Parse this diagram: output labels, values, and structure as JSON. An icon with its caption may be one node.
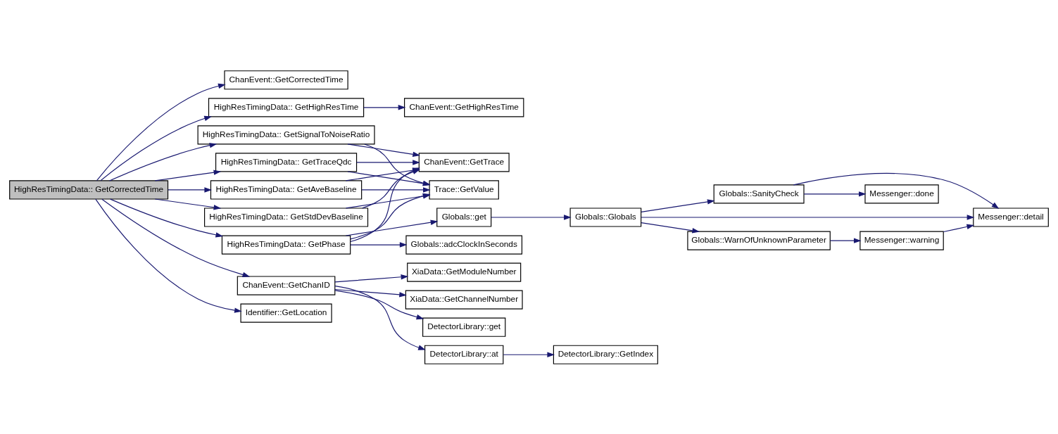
{
  "diagram": {
    "nodes": [
      {
        "text": [
          "HighResTimingData:: GetCorrectedTime"
        ]
      },
      {
        "text": [
          "ChanEvent::GetCorrectedTime"
        ]
      },
      {
        "text": [
          "HighResTimingData:: GetHighResTime"
        ]
      },
      {
        "text": [
          "ChanEvent::GetHighResTime"
        ]
      },
      {
        "text": [
          "HighResTimingData:: GetTraceQdc"
        ]
      },
      {
        "text": [
          "HighResTimingData:: GetAveBaseline"
        ]
      },
      {
        "text": [
          "HighResTimingData:: GetStdDevBaseline"
        ]
      },
      {
        "text": [
          "HighResTimingData:: GetSignalToNoiseRatio"
        ]
      },
      {
        "text": [
          "HighResTimingData:: GetPhase"
        ]
      },
      {
        "text": [
          "ChanEvent::GetChanID"
        ]
      },
      {
        "text": [
          "Identifier::GetLocation"
        ]
      },
      {
        "text": [
          "Trace::GetValue"
        ]
      },
      {
        "text": [
          "ChanEvent::GetTrace"
        ]
      },
      {
        "text": [
          "Globals::adcClockInSeconds"
        ]
      },
      {
        "text": [
          "Globals::get"
        ]
      },
      {
        "text": [
          "Globals::Globals"
        ]
      },
      {
        "text": [
          "Globals::SanityCheck"
        ]
      },
      {
        "text": [
          "Globals::WarnOfUnknownParameter"
        ]
      },
      {
        "text": [
          "Messenger::done"
        ]
      },
      {
        "text": [
          "Messenger::warning"
        ]
      },
      {
        "text": [
          "Messenger::detail"
        ]
      },
      {
        "text": [
          "DetectorLibrary::at"
        ]
      },
      {
        "text": [
          "DetectorLibrary::GetIndex"
        ]
      },
      {
        "text": [
          "XiaData::GetModuleNumber"
        ]
      },
      {
        "text": [
          "XiaData::GetChannelNumber"
        ]
      },
      {
        "text": [
          "DetectorLibrary::get"
        ]
      }
    ],
    "edges": [
      {
        "from": 0,
        "to": 1,
        "arrow": "to"
      },
      {
        "from": 0,
        "to": 2,
        "arrow": "to"
      },
      {
        "from": 0,
        "to": 4,
        "arrow": "to"
      },
      {
        "from": 0,
        "to": 5,
        "arrow": "to"
      },
      {
        "from": 0,
        "to": 6,
        "arrow": "to"
      },
      {
        "from": 0,
        "to": 7,
        "arrow": "to"
      },
      {
        "from": 0,
        "to": 8,
        "arrow": "to"
      },
      {
        "from": 0,
        "to": 9,
        "arrow": "to"
      },
      {
        "from": 0,
        "to": 10,
        "arrow": "to"
      },
      {
        "from": 2,
        "to": 3,
        "arrow": "to"
      },
      {
        "from": 4,
        "to": 11,
        "arrow": "to"
      },
      {
        "from": 4,
        "to": 12,
        "arrow": "to"
      },
      {
        "from": 5,
        "to": 11,
        "arrow": "to"
      },
      {
        "from": 5,
        "to": 12,
        "arrow": "to"
      },
      {
        "from": 6,
        "to": 11,
        "arrow": "to"
      },
      {
        "from": 6,
        "to": 12,
        "arrow": "to"
      },
      {
        "from": 7,
        "to": 11,
        "arrow": "to"
      },
      {
        "from": 7,
        "to": 12,
        "arrow": "to"
      },
      {
        "from": 8,
        "to": 11,
        "arrow": "to"
      },
      {
        "from": 8,
        "to": 12,
        "arrow": "to"
      },
      {
        "from": 8,
        "to": 13,
        "arrow": "to"
      },
      {
        "from": 8,
        "to": 14,
        "arrow": "to"
      },
      {
        "from": 14,
        "to": 15,
        "arrow": "to"
      },
      {
        "from": 15,
        "to": 16,
        "arrow": "to"
      },
      {
        "from": 15,
        "to": 17,
        "arrow": "to"
      },
      {
        "from": 15,
        "to": 20,
        "arrow": "to"
      },
      {
        "from": 16,
        "to": 18,
        "arrow": "to"
      },
      {
        "from": 16,
        "to": 20,
        "arrow": "to"
      },
      {
        "from": 17,
        "to": 19,
        "arrow": "to"
      },
      {
        "from": 19,
        "to": 20,
        "arrow": "to"
      },
      {
        "from": 9,
        "to": 21,
        "arrow": "to"
      },
      {
        "from": 9,
        "to": 23,
        "arrow": "to"
      },
      {
        "from": 9,
        "to": 24,
        "arrow": "to"
      },
      {
        "from": 9,
        "to": 25,
        "arrow": "to"
      },
      {
        "from": 21,
        "to": 22,
        "arrow": "to"
      }
    ]
  }
}
